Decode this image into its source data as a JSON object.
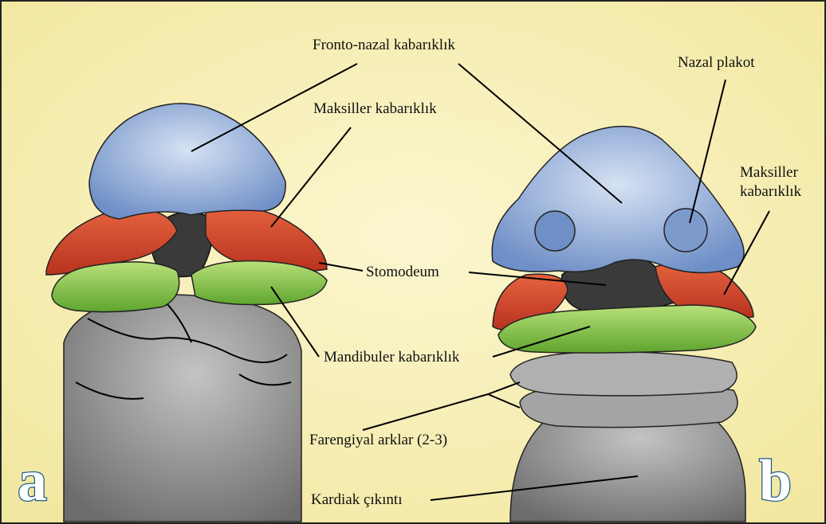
{
  "labels": {
    "fronto_nazal": "Fronto-nazal kabarıklık",
    "nazal_plakot": "Nazal plakot",
    "maksiller_a": "Maksiller kabarıklık",
    "maksiller_b_line1": "Maksiller",
    "maksiller_b_line2": "kabarıklık",
    "stomodeum": "Stomodeum",
    "mandibuler": "Mandibuler kabarıklık",
    "farengiyal": "Farengiyal arklar (2-3)",
    "kardiak": "Kardiak çıkıntı"
  },
  "panels": {
    "a": "a",
    "b": "b"
  },
  "colors": {
    "background": "#f8f1b8",
    "frontonasal": "#8eaad6",
    "maxillary": "#d8472e",
    "mandibular": "#8ccc4a",
    "stomodeum": "#3a3a3a",
    "body": "#9c9c9c",
    "panel_letter": "#1f5d8c"
  }
}
